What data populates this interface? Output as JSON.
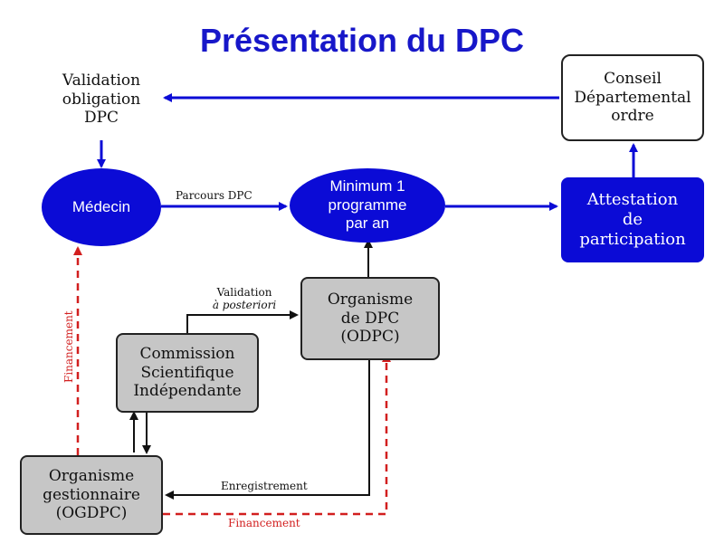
{
  "title": "Présentation du DPC",
  "nodes": {
    "validation_obligation": [
      "Validation",
      "obligation",
      "DPC"
    ],
    "conseil": [
      "Conseil",
      "Départemental",
      "ordre"
    ],
    "medecin": [
      "Médecin"
    ],
    "minimum": [
      "Minimum 1",
      "programme",
      "par an"
    ],
    "attestation": [
      "Attestation",
      "de",
      "participation"
    ],
    "odpc": [
      "Organisme",
      "de DPC",
      "(ODPC)"
    ],
    "commission": [
      "Commission",
      "Scientifique",
      "Indépendante"
    ],
    "ogdpc": [
      "Organisme",
      "gestionnaire",
      "(OGDPC)"
    ]
  },
  "edge_labels": {
    "parcours": "Parcours DPC",
    "validation_line1": "Validation",
    "validation_line2": "à posteriori",
    "enregistrement": "Enregistrement",
    "financement_bottom": "Financement",
    "financement_left": "Financement"
  },
  "colors": {
    "title": "#1717c9",
    "node_blue": "#0b0bd6",
    "arrow_blue": "#0b0bd6",
    "arrow_black": "#111111",
    "arrow_red_dashed": "#d21f1f",
    "node_gray": "#c6c6c6"
  }
}
